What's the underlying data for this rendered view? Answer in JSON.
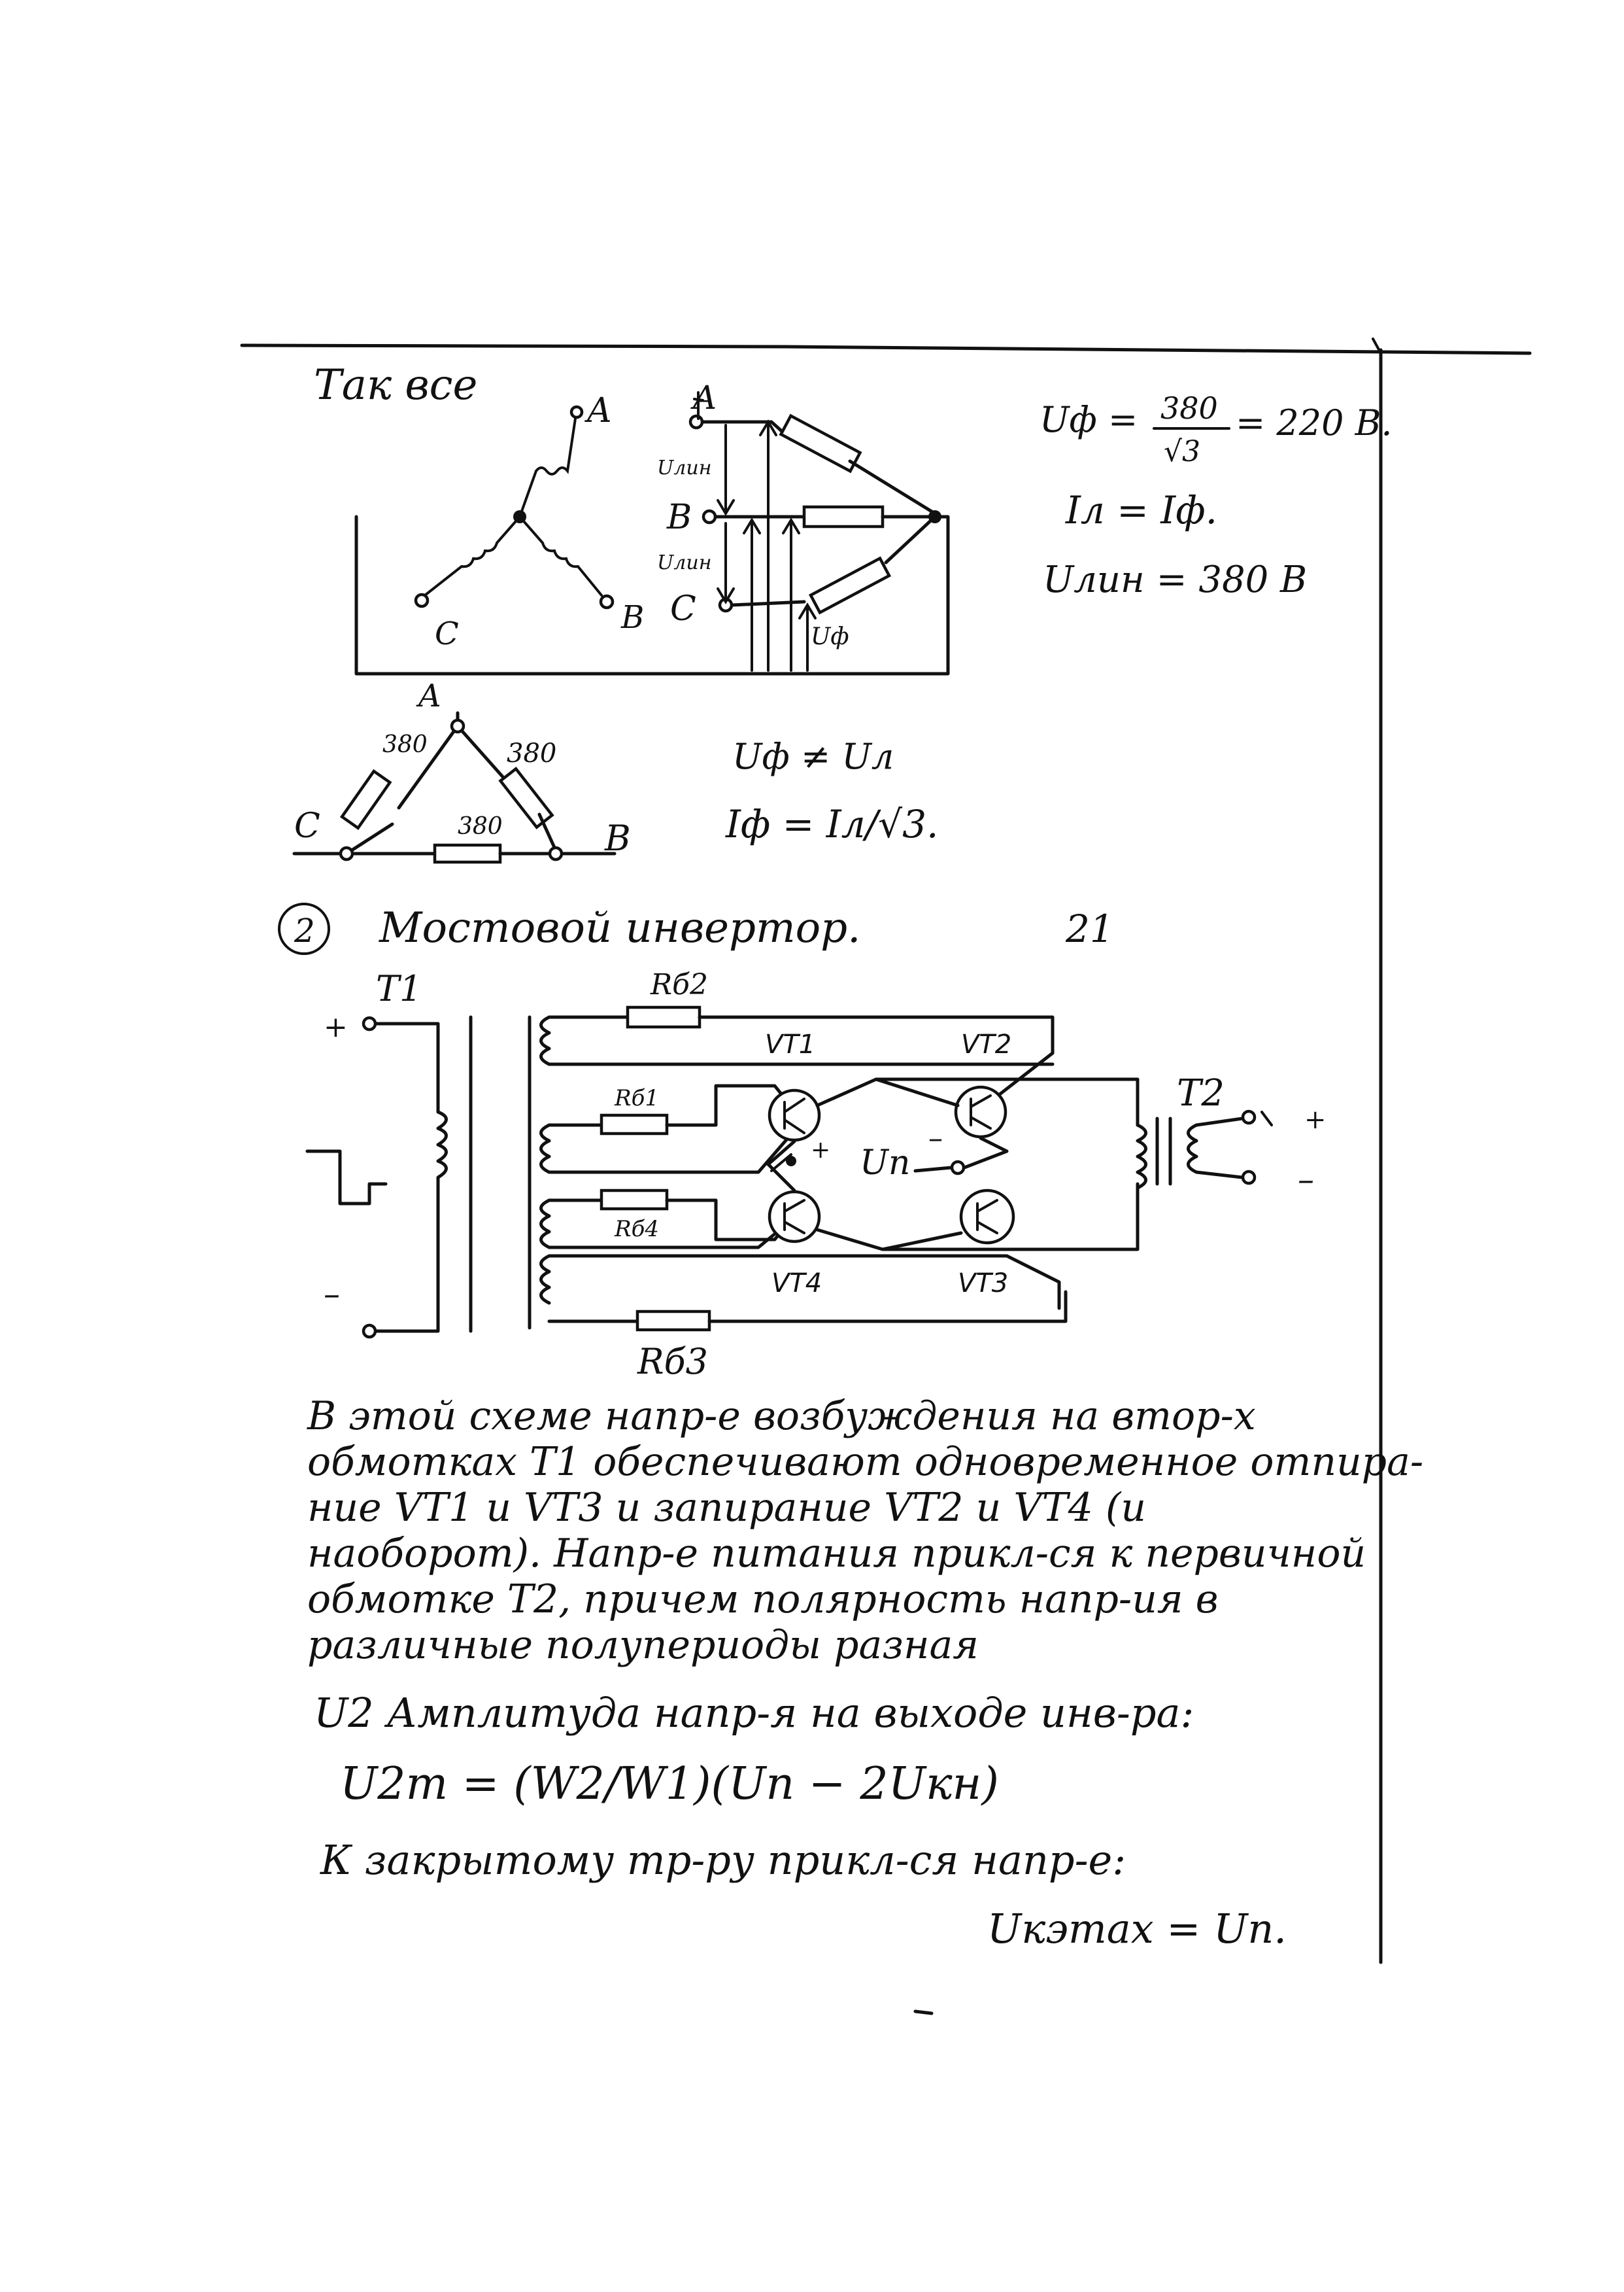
{
  "section1": {
    "heading": "Так все",
    "star": {
      "A": "A",
      "B": "B",
      "C": "C"
    },
    "wiring": {
      "A": "A",
      "B": "B",
      "C": "C",
      "ulin1": "Uлин",
      "ulin2": "Uлин",
      "uph": "Uф"
    },
    "formulas": {
      "uph_lhs": "Uф =",
      "uph_num": "380",
      "uph_den": "√3",
      "uph_rhs": "= 220 В.",
      "il_eq": "Iл = Iф.",
      "ulin_eq": "Uлин = 380 В"
    },
    "delta": {
      "A": "A",
      "B": "B",
      "C": "C",
      "left_val": "380",
      "right_val": "380",
      "bottom_val": "380",
      "uph_neq": "Uф ≠ Uл",
      "iph_eq": "Iф = Iл/√3."
    }
  },
  "section2": {
    "number": "2",
    "title": "Мостовой инвертор.",
    "page_mark": "21",
    "labels": {
      "t1": "T1",
      "t2": "T2",
      "rb1": "Rб1",
      "rb2": "Rб2",
      "rb3": "Rб3",
      "rb4": "Rб4",
      "vt1": "VT1",
      "vt2": "VT2",
      "vt3": "VT3",
      "vt4": "VT4",
      "un": "Uп",
      "plus_in": "+",
      "minus_in": "–",
      "plus_bridge": "+",
      "minus_bridge": "–",
      "plus_out": "+",
      "minus_out": "–"
    },
    "paragraph": [
      "В этой схеме напр-е возбуждения на втор-х",
      "обмотках T1 обеспечивают одновременное отпира-",
      "ние VT1 и VT3 и запирание VT2 и VT4 (и",
      "наоборот). Напр-е питания прикл-ся к первичной",
      "обмотке T2, причем полярность напр-ия в",
      "различные полупериоды разная"
    ],
    "amplitude_line": "U2 Амплитуда напр-я на выходе инв-ра:",
    "amplitude_formula": "U2m = (W2/W1)(Uп − 2Uкн)",
    "closed_line": "К закрытому тр-ру прикл-ся напр-е:",
    "closed_formula": "Uкэmax = Uп."
  }
}
